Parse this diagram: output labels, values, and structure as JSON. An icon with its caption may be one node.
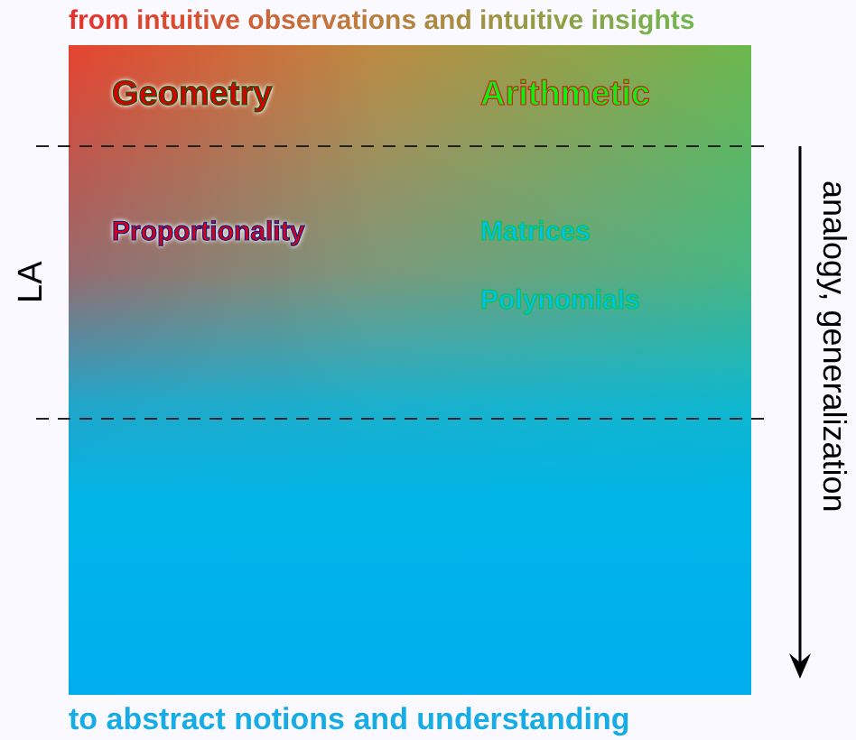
{
  "diagram": {
    "labels": [
      "from intuitive observations and intuitive insights",
      "Geometry",
      "Arithmetic",
      "Proportionality",
      "Matrices",
      "Polynomials",
      "LA",
      "analogy, generalization",
      "to abstract notions and understanding"
    ]
  }
}
